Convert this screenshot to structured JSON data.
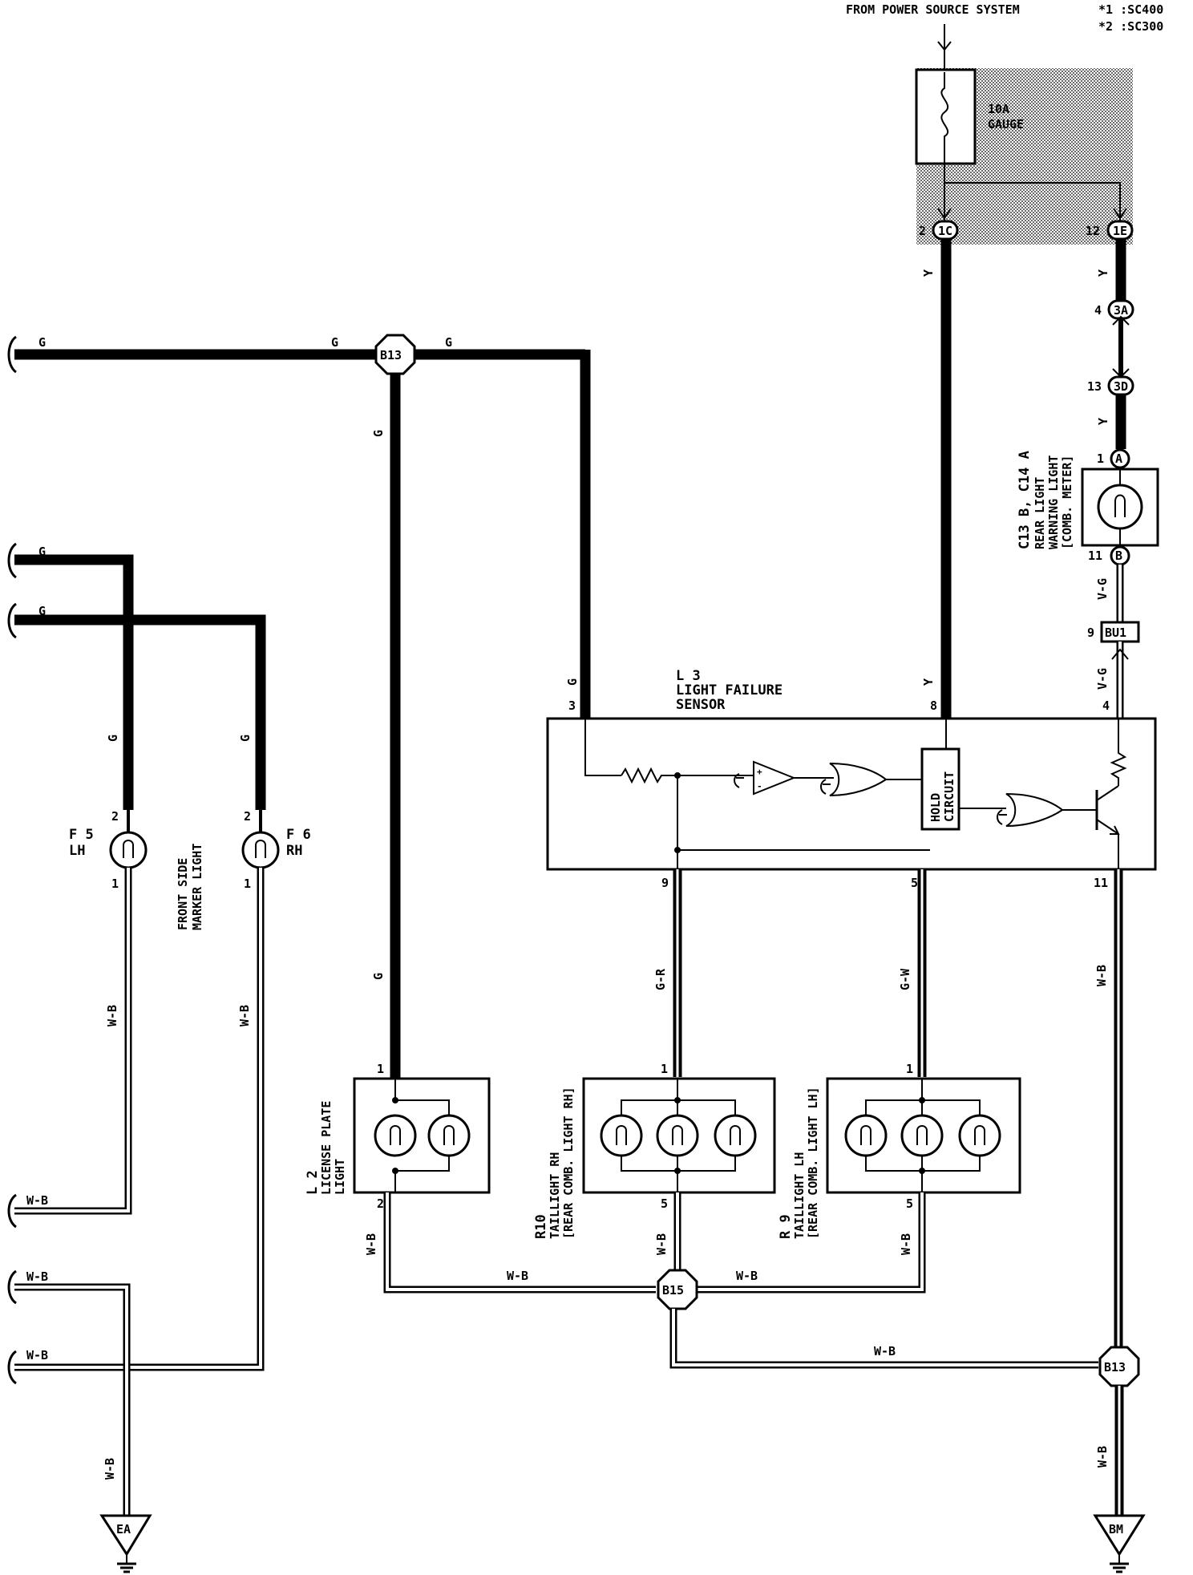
{
  "header": {
    "power_source": "FROM POWER SOURCE SYSTEM",
    "note1": "*1 :SC400",
    "note2": "*2 :SC300"
  },
  "fuse": {
    "rating": "10A",
    "name": "GAUGE"
  },
  "connectors": {
    "c1": {
      "pin": "2",
      "id": "1C"
    },
    "c2": {
      "pin": "12",
      "id": "1E"
    },
    "c3": {
      "pin": "4",
      "id": "3A"
    },
    "c4": {
      "pin": "13",
      "id": "3D"
    },
    "meter_pin_a": {
      "pin": "1",
      "id": "A"
    },
    "meter_pin_b": {
      "pin": "11",
      "id": "B"
    },
    "bu1": {
      "pin": "9",
      "id": "BU1"
    }
  },
  "junctions": {
    "top": "B13",
    "bottom_mid": "B15",
    "bottom_right": "B13"
  },
  "grounds": {
    "left": "EA",
    "right": "BM"
  },
  "meter": {
    "code": "C13 B, C14 A",
    "line1": "REAR LIGHT",
    "line2": "WARNING LIGHT",
    "line3": "[COMB. METER]"
  },
  "sensor": {
    "code": "L 3",
    "line1": "LIGHT FAILURE",
    "line2": "SENSOR",
    "hold1": "HOLD",
    "hold2": "CIRCUIT",
    "pins": {
      "p3": "3",
      "p8": "8",
      "p4": "4",
      "p9": "9",
      "p5": "5",
      "p11": "11"
    }
  },
  "lamps": {
    "f5": {
      "code": "F 5",
      "side": "LH",
      "pin_top": "2",
      "pin_bot": "1"
    },
    "f6": {
      "code": "F 6",
      "side": "RH",
      "pin_top": "2",
      "pin_bot": "1"
    },
    "front_side_1": "FRONT SIDE",
    "front_side_2": "MARKER LIGHT",
    "l2": {
      "code": "L 2",
      "line1": "LICENSE PLATE",
      "line2": "LIGHT",
      "pin_top": "1",
      "pin_bot": "2"
    },
    "r10": {
      "code": "R10",
      "line1": "TAILLIGHT RH",
      "line2": "[REAR COMB. LIGHT RH]",
      "pin_top": "1",
      "pin_bot": "5"
    },
    "r9": {
      "code": "R 9",
      "line1": "TAILLIGHT LH",
      "line2": "[REAR COMB. LIGHT LH]",
      "pin_top": "1",
      "pin_bot": "5"
    }
  },
  "wire_colors": {
    "g": "G",
    "y": "Y",
    "vg": "V-G",
    "wb": "W-B",
    "gr": "G-R",
    "gw": "G-W"
  }
}
